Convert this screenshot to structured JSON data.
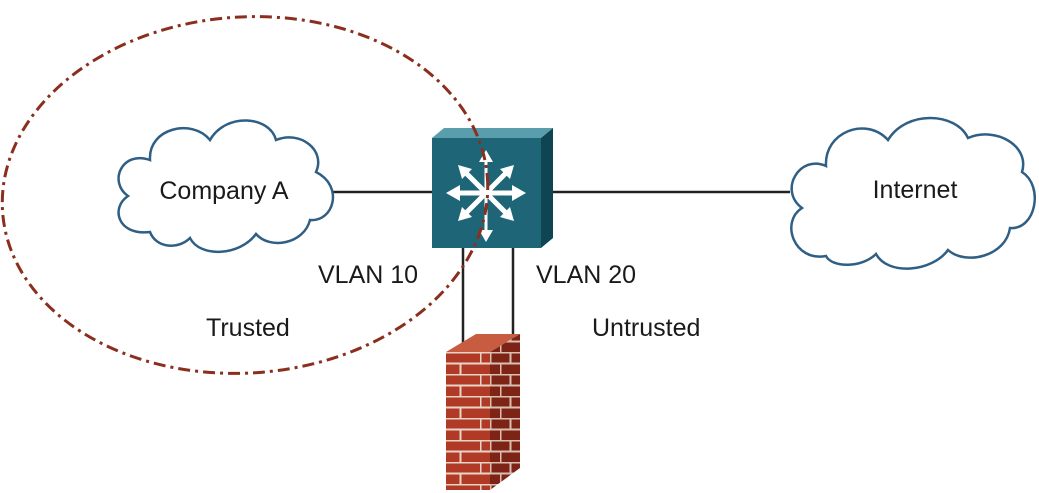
{
  "diagram": {
    "nodes": {
      "company": {
        "label": "Company A",
        "icon": "cloud-icon"
      },
      "internet": {
        "label": "Internet",
        "icon": "cloud-icon"
      },
      "switch": {
        "icon": "multilayer-switch-icon"
      },
      "firewall": {
        "icon": "firewall-icon"
      }
    },
    "labels": {
      "vlan10": "VLAN 10",
      "vlan20": "VLAN 20",
      "trusted": "Trusted",
      "untrusted": "Untrusted"
    },
    "colors": {
      "cloud_stroke": "#2f5f85",
      "switch_front": "#1e6677",
      "switch_top": "#5a9eae",
      "switch_side": "#0f4452",
      "brick": "#b03a26",
      "brick_mortar": "#e8d5c8",
      "trust_boundary": "#8b2e1e",
      "link": "#222222"
    }
  }
}
